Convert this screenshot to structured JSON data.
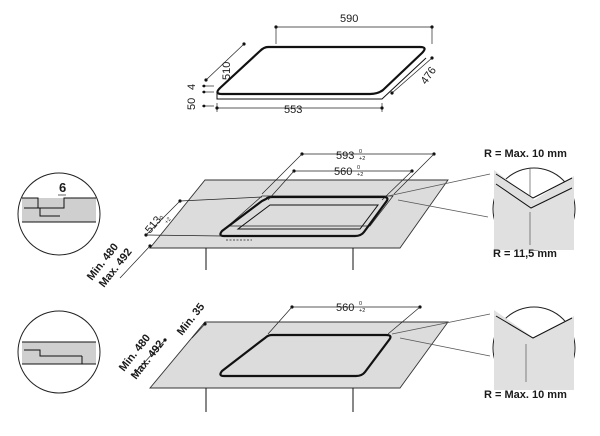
{
  "hob_top_view": {
    "width": "590",
    "depth": "510",
    "inner_width": "553",
    "inner_depth": "476",
    "glass_thickness": "4",
    "body_height": "50"
  },
  "cutout_flush": {
    "outer_width": "593",
    "outer_width_tol_top": "0",
    "outer_width_tol_bottom": "+2",
    "inner_width": "560",
    "inner_width_tol_top": "0",
    "inner_width_tol_bottom": "+2",
    "outer_depth": "513",
    "outer_depth_tol_top": "0",
    "outer_depth_tol_bottom": "+2",
    "depth_min": "Min. 480",
    "depth_max": "Max. 492",
    "rebate_depth": "6",
    "radius_outer": "R = Max. 10 mm",
    "radius_inner": "R = 11,5 mm"
  },
  "cutout_standard": {
    "inner_width": "560",
    "inner_width_tol_top": "0",
    "inner_width_tol_bottom": "+2",
    "depth_min": "Min. 480",
    "depth_max": "Max. 492",
    "edge_min": "Min. 35",
    "radius": "R = Max. 10 mm"
  }
}
